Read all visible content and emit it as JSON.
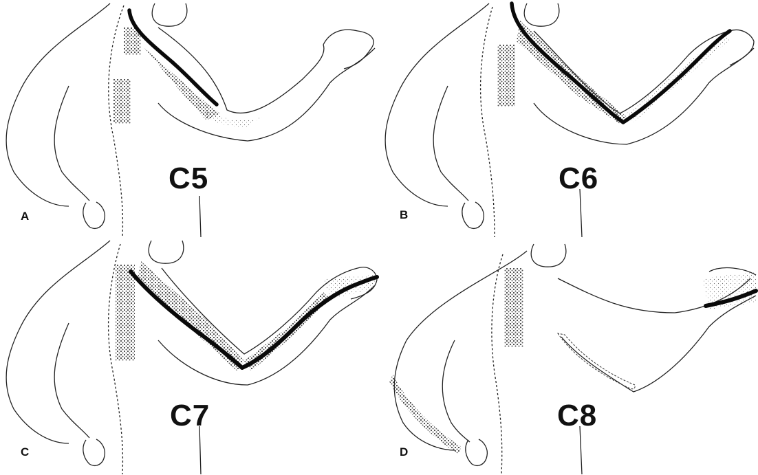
{
  "panels": [
    {
      "letter": "A",
      "root": "C5"
    },
    {
      "letter": "B",
      "root": "C6"
    },
    {
      "letter": "C",
      "root": "C7"
    },
    {
      "letter": "D",
      "root": "C8"
    }
  ],
  "colors": {
    "outline": "#222222",
    "pain_line": "#0a0a0a",
    "stipple": "#555555"
  }
}
